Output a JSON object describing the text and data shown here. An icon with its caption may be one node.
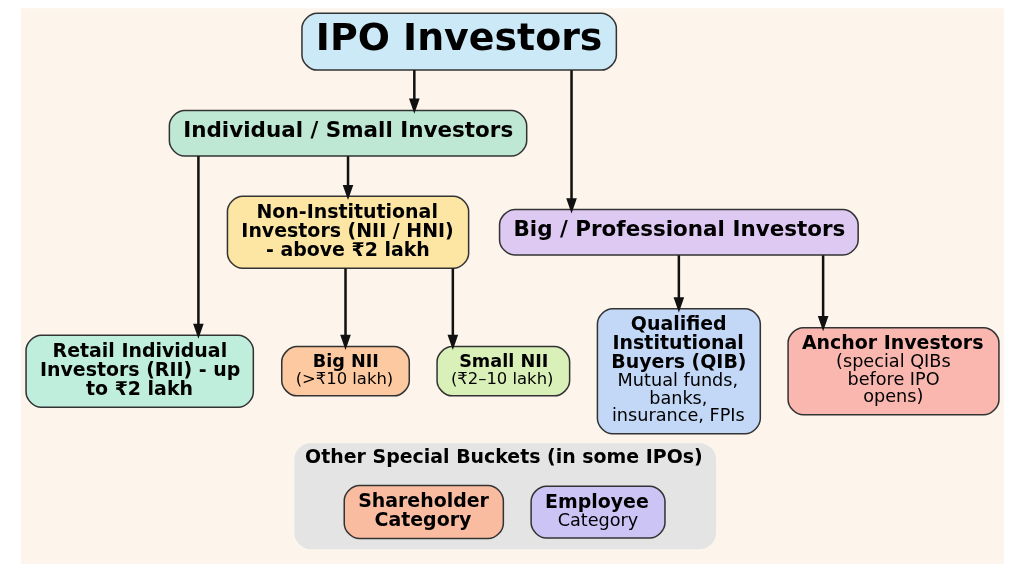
{
  "diagram": {
    "nodes": [
      {
        "text": [
          "IPO Investors"
        ]
      },
      {
        "text": [
          "Individual / Small Investors"
        ]
      },
      {
        "text": [
          "Big / Professional Investors"
        ]
      },
      {
        "text": [
          "Retail Individual Investors (RII) - up to ₹2 lakh"
        ]
      },
      {
        "text": [
          "Non-Institutional Investors (NII / HNI) - above ₹2 lakh"
        ]
      },
      {
        "text": [
          "Small NII",
          "(₹2–10 lakh)"
        ]
      },
      {
        "text": [
          "Big NII",
          "(>₹10 lakh)"
        ]
      },
      {
        "text": [
          "Qualified Institutional Buyers (QIB)",
          "Mutual funds, banks, insurance, FPIs"
        ]
      },
      {
        "text": [
          "Anchor Investors",
          "(special QIBs before IPO opens)"
        ]
      },
      {
        "text": [
          "Other Special Buckets (in some IPOs)"
        ]
      },
      {
        "text": [
          "Employee",
          "Category"
        ],
        "in": 9
      },
      {
        "text": [
          "Shareholder Category"
        ],
        "in": 9
      }
    ],
    "edges": [
      {
        "from": 0,
        "to": 1,
        "arrow": "to"
      },
      {
        "from": 0,
        "to": 2,
        "arrow": "to"
      },
      {
        "from": 1,
        "to": 3,
        "arrow": "to"
      },
      {
        "from": 1,
        "to": 4,
        "arrow": "to"
      },
      {
        "from": 4,
        "to": 5,
        "arrow": "to"
      },
      {
        "from": 4,
        "to": 6,
        "arrow": "to"
      },
      {
        "from": 2,
        "to": 7,
        "arrow": "to"
      },
      {
        "from": 2,
        "to": 8,
        "arrow": "to"
      }
    ]
  }
}
